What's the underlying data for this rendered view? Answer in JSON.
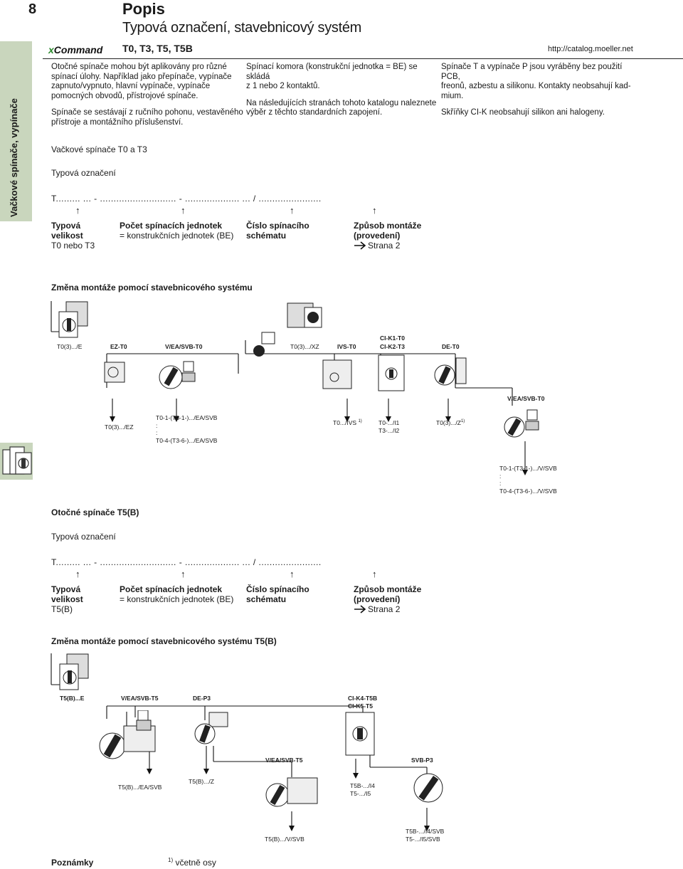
{
  "header": {
    "page_number": "8",
    "title": "Popis",
    "subtitle": "Typová označení, stavebnicový systém",
    "logo_prefix": "x",
    "logo_text": "Command",
    "series": "T0, T3, T5, T5B",
    "url": "http://catalog.moeller.net"
  },
  "sidebar": {
    "label": "Vačkové spínače, vypínače",
    "icon": "cam-switch-icon"
  },
  "intro": {
    "col1": [
      "Otočné spínače mohou být aplikovány pro různé",
      "spínací úlohy. Například jako přepínače, vypínače",
      "zapnuto/vypnuto, hlavní vypínače, vypínače",
      "pomocných obvodů, přístrojové spínače.",
      "Spínače se sestávají z ručního pohonu, vestavěného",
      "přístroje a montážního příslušenství."
    ],
    "col2": [
      "Spínací komora (konstrukční jednotka = BE) se skládá",
      "z 1 nebo 2 kontaktů.",
      "Na následujících stranách tohoto katalogu naleznete",
      "výběr z těchto standardních zapojení."
    ],
    "col3": [
      "Spínače T a vypínače P jsou vyráběny bez použití PCB,",
      "freonů, azbestu a silikonu. Kontakty neobsahují kad-",
      "mium.",
      "Skříňky CI-K neobsahují silikon ani halogeny."
    ]
  },
  "section1": {
    "heading": "Vačkové spínače T0 a T3",
    "type_heading": "Typová označení",
    "code": "T......... ... - ............................ - .................... ... / .......................",
    "arrow": "↑",
    "col1": [
      "Typová",
      "velikost",
      "T0 nebo T3"
    ],
    "col2": [
      "Počet spínacích jednotek",
      "= konstrukčních jednotek (BE)"
    ],
    "col3": [
      "Číslo spínacího",
      "schématu"
    ],
    "col4": [
      "Způsob montáže",
      "(provedení)"
    ],
    "page_ref": "Strana 2"
  },
  "diagram1": {
    "heading": "Změna montáže pomocí stavebnicového systému",
    "labels": {
      "t0e": "T0(3).../E",
      "ezt0": "EZ-T0",
      "veasvb": "V/EA/SVB-T0",
      "t0xz": "T0(3).../XZ",
      "ivst0": "IVS-T0",
      "cik1": "CI-K1-T0",
      "cik2": "CI-K2-T3",
      "det0": "DE-T0",
      "veasvb2": "V/EA/SVB-T0",
      "t0ez": "T0(3).../EZ",
      "ea1": "T0-1-(T3-1-).../EA/SVB",
      "ea_colon": ":",
      "ea2": "T0-4-(T3-6-).../EA/SVB",
      "ivs": "T0.../IVS",
      "ivs_sup": "1)",
      "i1": "T0-.../I1",
      "i2": "T3-.../I2",
      "t0z": "T0(3).../Z",
      "t0z_sup": "1)",
      "v1": "T0-1-(T3-1-).../V/SVB",
      "v_colon": ":",
      "v2": "T0-4-(T3-6-).../V/SVB"
    }
  },
  "section2": {
    "heading": "Otočné spínače T5(B)",
    "type_heading": "Typová označení",
    "code": "T......... ... - ............................ - .................... ... / .......................",
    "col1": [
      "Typová",
      "velikost",
      "T5(B)"
    ],
    "col2": [
      "Počet spínacích jednotek",
      "= konstrukčních jednotek (BE)"
    ],
    "col3": [
      "Číslo spínacího",
      "schématu"
    ],
    "col4": [
      "Způsob montáže",
      "(provedení)"
    ],
    "page_ref": "Strana 2"
  },
  "diagram2": {
    "heading": "Změna montáže pomocí stavebnicového systému T5(B)",
    "labels": {
      "t5e": "T5(B)...E",
      "veat5": "V/EA/SVB-T5",
      "dep3": "DE-P3",
      "cik4": "CI-K4-T5B",
      "cik5": "CI-K5-T5",
      "veat5b": "V/EA/SVB-T5",
      "svbp3": "SVB-P3",
      "t5easvb": "T5(B).../EA/SVB",
      "t5z": "T5(B).../Z",
      "i4": "T5B-.../I4",
      "i5": "T5-.../I5",
      "t5v": "T5(B).../V/SVB",
      "i4svb": "T5B-.../I4/SVB",
      "i5svb": "T5-.../I5/SVB"
    }
  },
  "footer": {
    "notes_heading": "Poznámky",
    "footnote_mark": "1)",
    "footnote_text": "včetně osy"
  }
}
